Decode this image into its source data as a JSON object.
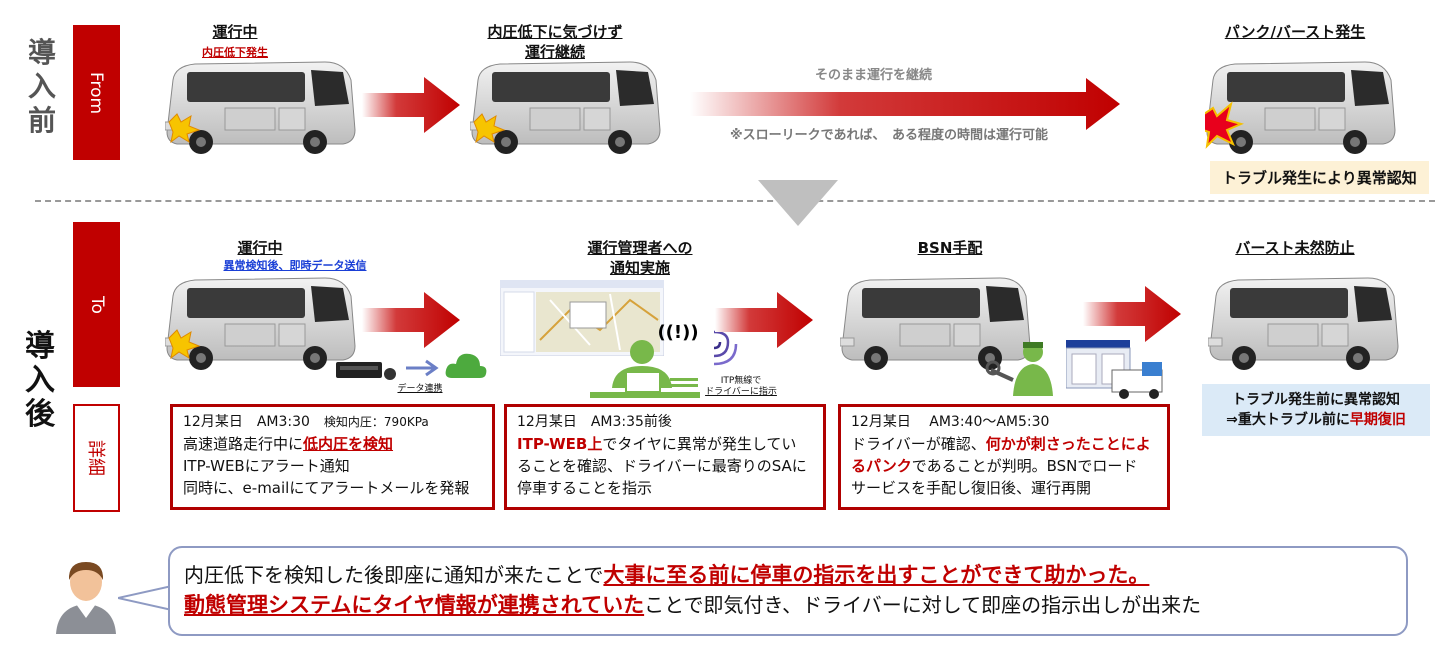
{
  "side": {
    "before": [
      "導",
      "入",
      "前"
    ],
    "after": [
      "導",
      "入",
      "後"
    ],
    "from_tab": "From",
    "to_tab": "To",
    "detail_tab": "詳細"
  },
  "before": {
    "stage1_title": "運行中",
    "stage1_sub": "内圧低下発生",
    "stage2_title_line1": "内圧低下に気づけず",
    "stage2_title_line2": "運行継続",
    "long_arrow_label": "そのまま運行を継続",
    "long_arrow_note": "※スローリークであれば、　ある程度の時間は運行可能",
    "stage3_title": "パンク/バースト発生",
    "stage3_badge": "トラブル発生により異常認知"
  },
  "after": {
    "stage1_title": "運行中",
    "stage1_sub": "異常検知後、即時データ送信",
    "stage1_link": "データ連携",
    "stage2_title_line1": "運行管理者への",
    "stage2_title_line2": "通知実施",
    "stage2_radio_line1": "ITP無線で",
    "stage2_radio_line2": "ドライバーに指示",
    "stage3_title": "BSN手配",
    "stage4_title": "バースト未然防止",
    "stage4_badge_line1": "トラブル発生前に異常認知",
    "stage4_badge_line2_pre": "⇒重大トラブル前に",
    "stage4_badge_line2_red": "早期復旧"
  },
  "details": [
    {
      "time": "12月某日　AM3:30",
      "time_extra": "検知内圧：790KPa",
      "l1_pre": "高速道路走行中に",
      "l1_red": "低内圧を検知",
      "l2": "ITP-WEBにアラート通知",
      "l3": "同時に、e-mailにてアラートメールを発報"
    },
    {
      "time": "12月某日　AM3:35前後",
      "l1_red": "ITP-WEB上",
      "l1_post": "でタイヤに異常が発生してい",
      "l2": "ることを確認、ドライバーに最寄りのSAに",
      "l3": "停車することを指示"
    },
    {
      "time": "12月某日　 AM3:40～AM5:30",
      "l1_pre": "ドライバーが確認、",
      "l1_red": "何かが刺さったことによ",
      "l2_red": "るパンク",
      "l2_post": "であることが判明。BSNでロード",
      "l3": "サービスを手配し復旧後、運行再開"
    }
  ],
  "speech": {
    "l1_pre": "内圧低下を検知した後即座に通知が来たことで",
    "l1_red": "大事に至る前に停車の指示を出すことができて助かった。",
    "l2_red": "動態管理システムにタイヤ情報が連携されていた",
    "l2_post": "ことで即気付き、ドライバーに対して即座の指示出しが出来た"
  },
  "colors": {
    "accent_red": "#c00000",
    "badge_yellow": "#fdf1d6",
    "badge_blue": "#dbeaf7",
    "speech_border": "#8e9ac3"
  }
}
